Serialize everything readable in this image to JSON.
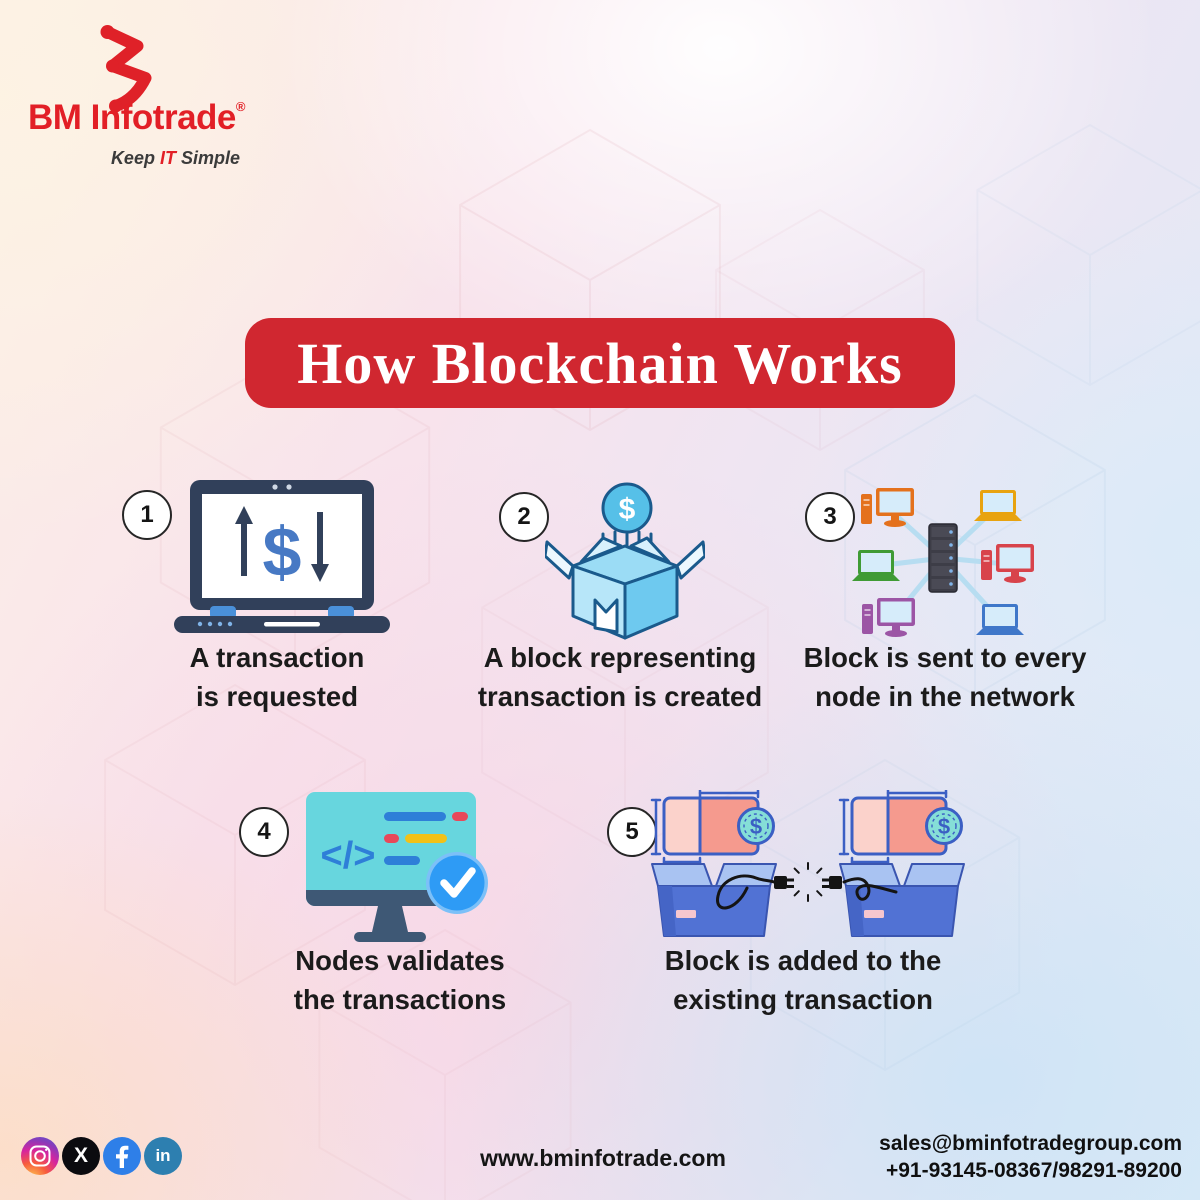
{
  "logo": {
    "brand": "BM Infotrade",
    "reg_mark": "®",
    "tagline_pre": "Keep ",
    "tagline_it": "IT",
    "tagline_post": " Simple"
  },
  "title": {
    "text": "How Blockchain Works"
  },
  "steps": [
    {
      "number": "1",
      "icon": "laptop-dollar-transfer-icon",
      "caption_line1": "A transaction",
      "caption_line2": "is requested"
    },
    {
      "number": "2",
      "icon": "open-block-box-coin-icon",
      "caption_line1": "A block representing",
      "caption_line2": "transaction is created"
    },
    {
      "number": "3",
      "icon": "server-network-nodes-icon",
      "caption_line1": "Block is sent to every",
      "caption_line2": "node in the network"
    },
    {
      "number": "4",
      "icon": "code-monitor-checkmark-icon",
      "caption_line1": "Nodes validates",
      "caption_line2": "the transactions"
    },
    {
      "number": "5",
      "icon": "linked-blocks-plug-icon",
      "caption_line1": "Block is added to the",
      "caption_line2": "existing transaction"
    }
  ],
  "footer": {
    "website": "www.bminfotrade.com",
    "email": "sales@bminfotradegroup.com",
    "phone": "+91-93145-08367/98291-89200",
    "social": [
      {
        "name": "instagram"
      },
      {
        "name": "x"
      },
      {
        "name": "facebook"
      },
      {
        "name": "linkedin"
      }
    ]
  },
  "icon_glyphs": {
    "dollar": "$",
    "code": "</>",
    "x_logo": "X",
    "linkedin_in": "in"
  },
  "colors": {
    "banner_red": "#d02730",
    "logo_red": "#e21f26",
    "caption_text": "#1b1b1b",
    "laptop_navy": "#31405a",
    "dollar_blue": "#4779c4",
    "box_light_blue": "#6ec9ef",
    "check_blue": "#2e9bf5",
    "block_blue": "#5172d4",
    "coin_teal": "#85ded7",
    "cream_bg": "#fcf1e4",
    "pink_bg": "#f8e0ea",
    "light_blue_bg": "#dcebf8"
  }
}
